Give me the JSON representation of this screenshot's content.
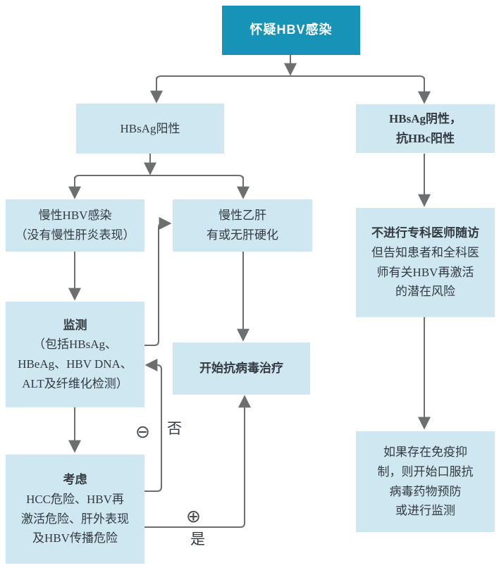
{
  "colors": {
    "accent_teal": "#1793b7",
    "node_fill": "#cfe7f1",
    "connector": "#6d6e70",
    "text_color": "#333a40",
    "title_on_accent": "#ffffff"
  },
  "nodes": {
    "suspect": {
      "title": "怀疑HBV感染"
    },
    "hbsag_positive": {
      "line1": "HBsAg阳性"
    },
    "hbsag_negative": {
      "line1": "HBsAg阴性，",
      "line2": "抗HBc阳性"
    },
    "chronic_infection": {
      "line1": "慢性HBV感染",
      "line2": "（没有慢性肝炎表现）"
    },
    "chronic_hepatitis": {
      "line1": "慢性乙肝",
      "line2": "有或无肝硬化"
    },
    "no_specialist_followup": {
      "title": "不进行专科医师随访",
      "line1": "但告知患者和全科医",
      "line2": "师有关HBV再激活",
      "line3": "的潜在风险"
    },
    "monitoring": {
      "title": "监测",
      "line1": "（包括HBsAg、",
      "line2": "HBeAg、HBV DNA、",
      "line3": "ALT及纤维化检测）"
    },
    "start_antiviral": {
      "title": "开始抗病毒治疗"
    },
    "consider_risks": {
      "title": "考虑",
      "line1": "HCC危险、HBV再",
      "line2": "激活危险、肝外表现",
      "line3": "及HBV传播危险"
    },
    "immunosuppression": {
      "line1": "如果存在免疫抑",
      "line2": "制，则开始口服抗",
      "line3": "病毒药物预防",
      "line4": "或进行监测"
    }
  },
  "edge_labels": {
    "no_symbol": "⊖",
    "no_text": "否",
    "yes_symbol": "⊕",
    "yes_text": "是"
  }
}
